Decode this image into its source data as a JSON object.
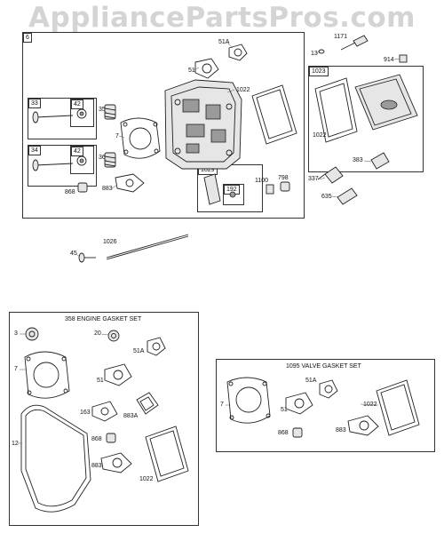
{
  "watermark": "AppliancePartsPros.com",
  "top_assembly": {
    "box_tag": "6",
    "sub_tags": {
      "intake": "33",
      "intake_inner": "42",
      "exhaust": "34",
      "exhaust_inner": "42",
      "rocker": "1029",
      "rocker_inner": "192",
      "cover": "1023"
    },
    "labels": {
      "l51A": "51A",
      "l51": "51",
      "l1022": "1022",
      "l35": "35",
      "l7": "7",
      "l36": "36",
      "l868": "868",
      "l883": "883",
      "l1100": "1100",
      "l798": "798",
      "l1171": "1171",
      "l13": "13",
      "l914": "914",
      "l1022c": "1022",
      "l337": "337",
      "l383": "383",
      "l635": "635",
      "l1026": "1026",
      "l45": "45"
    }
  },
  "engine_gasket_set": {
    "title": "358 ENGINE GASKET SET",
    "labels": {
      "l3": "3",
      "l20": "20",
      "l7": "7",
      "l51A": "51A",
      "l51": "51",
      "l163": "163",
      "l883A": "883A",
      "l12": "12",
      "l868": "868",
      "l883": "883",
      "l1022": "1022"
    }
  },
  "valve_gasket_set": {
    "title": "1095 VALVE GASKET SET",
    "labels": {
      "l7": "7",
      "l51A": "51A",
      "l51": "51",
      "l1022": "1022",
      "l868": "868",
      "l883": "883"
    }
  }
}
